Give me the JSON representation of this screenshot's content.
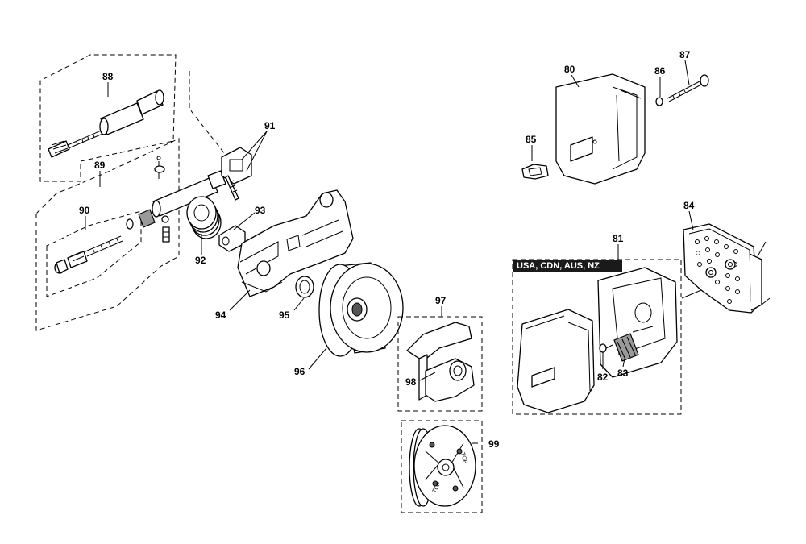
{
  "diagram": {
    "callouts": {
      "p80": "80",
      "p81": "81",
      "p82": "82",
      "p83": "83",
      "p84": "84",
      "p85": "85",
      "p86": "86",
      "p87": "87",
      "p88": "88",
      "p89": "89",
      "p90": "90",
      "p91": "91",
      "p92": "92",
      "p93": "93",
      "p94": "94",
      "p95": "95",
      "p96": "96",
      "p97": "97",
      "p98": "98",
      "p99": "99"
    },
    "region_banner": "USA, CDN, AUS, NZ",
    "clutch_markings": {
      "top_left": "TOP",
      "top_right": "TOP"
    }
  }
}
